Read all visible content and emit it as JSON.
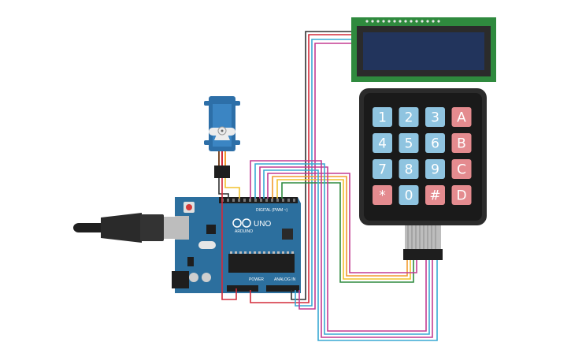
{
  "board": {
    "brand": "ARDUINO",
    "model": "UNO",
    "digital_label": "DIGITAL (PWM ~)",
    "power_label": "POWER",
    "analog_label": "ANALOG IN"
  },
  "keypad": {
    "rows": [
      [
        "1",
        "2",
        "3",
        "A"
      ],
      [
        "4",
        "5",
        "6",
        "B"
      ],
      [
        "7",
        "8",
        "9",
        "C"
      ],
      [
        "*",
        "0",
        "#",
        "D"
      ]
    ]
  },
  "colors": {
    "board": "#2c6f9e",
    "keypad_number": "#8fc4e0",
    "keypad_letter": "#e48b8f",
    "lcd_screen": "#22345c",
    "lcd_pcb": "#2f8a3e",
    "wire_red": "#d42b3a",
    "wire_orange": "#f29a2e",
    "wire_cyan": "#38a9d4",
    "wire_magenta": "#c33c92",
    "wire_yellow": "#f2c12e",
    "wire_dark": "#303030"
  }
}
